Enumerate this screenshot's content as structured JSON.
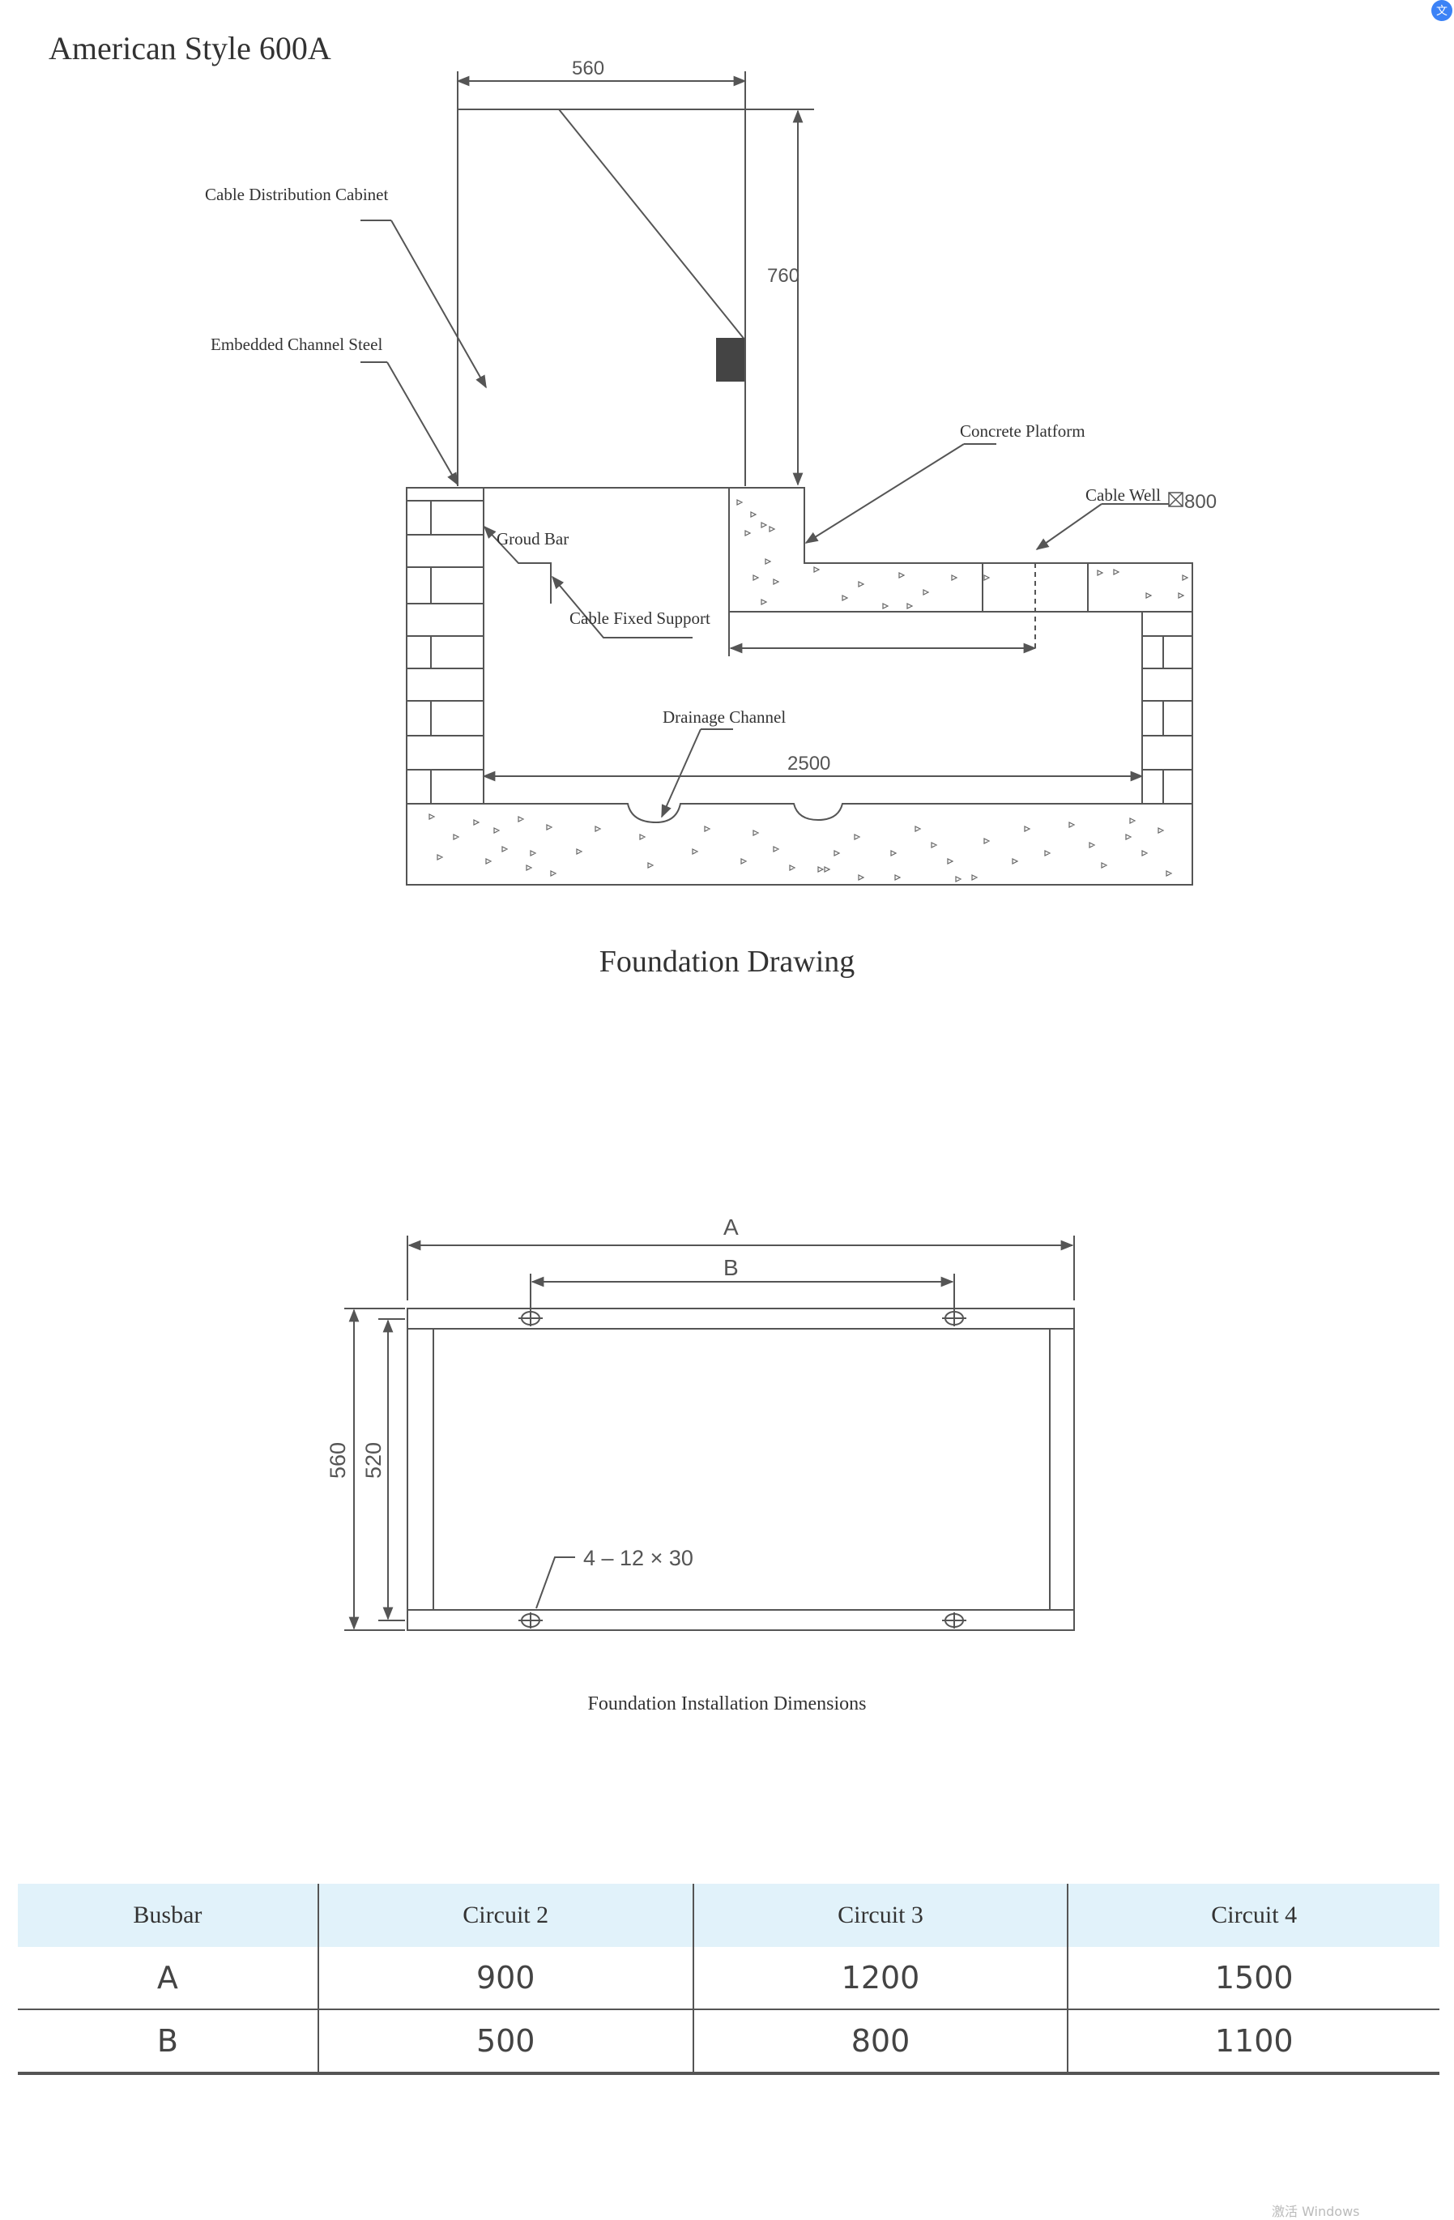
{
  "page": {
    "title": "American Style 600A",
    "watermark": "激活 Windows"
  },
  "foundation_drawing": {
    "caption": "Foundation Drawing",
    "labels": {
      "cabinet": "Cable Distribution Cabinet",
      "channel_steel": "Embedded Channel Steel",
      "concrete_platform": "Concrete Platform",
      "cable_well": "Cable Well",
      "ground_bar": "Groud Bar",
      "cable_support": "Cable Fixed Support",
      "drainage": "Drainage Channel"
    },
    "dimensions": {
      "width": "560",
      "height": "760",
      "well_size": "800",
      "length": "2500"
    }
  },
  "installation_drawing": {
    "caption": "Foundation Installation Dimensions",
    "dimensions": {
      "a": "A",
      "b": "B",
      "outer": "560",
      "inner": "520",
      "holes": "4 – 12 × 30"
    }
  },
  "table": {
    "headers": [
      "Busbar",
      "Circuit 2",
      "Circuit 3",
      "Circuit 4"
    ],
    "rows": [
      [
        "A",
        "900",
        "1200",
        "1500"
      ],
      [
        "B",
        "500",
        "800",
        "1100"
      ]
    ]
  },
  "colors": {
    "header_bg": "#e1f2fa",
    "line": "#555555",
    "badge": "#3b82f6"
  }
}
